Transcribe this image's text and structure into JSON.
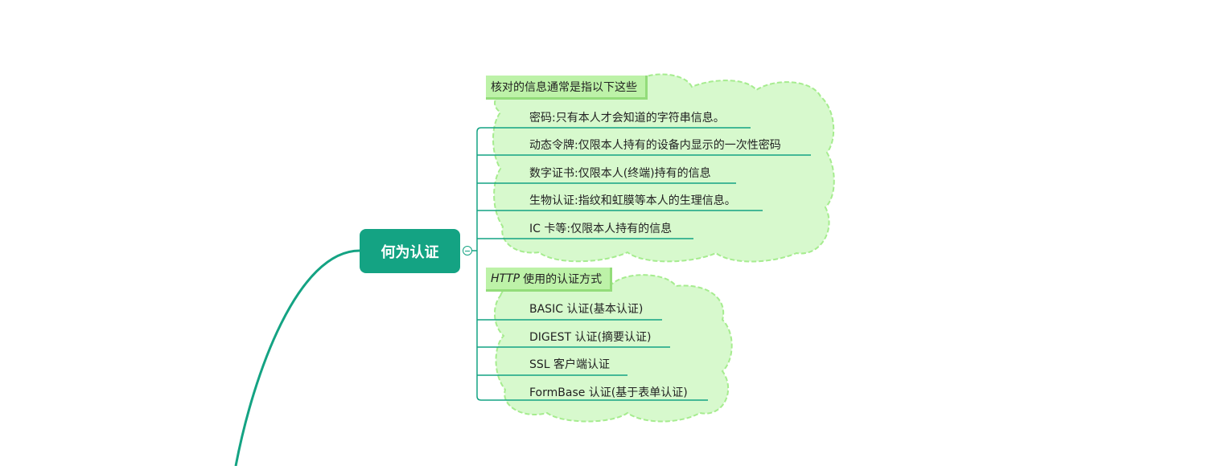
{
  "central_topic": {
    "label": "何为认证",
    "color": "#14a383"
  },
  "colors": {
    "branch_line": "#14a383",
    "boundary_fill": "#d7f9cd",
    "boundary_stroke": "#a6ec8f",
    "label_fill": "#bdf2a8",
    "label_border": "#93dc7a"
  },
  "groups": [
    {
      "label_prefix": "",
      "label": "核对的信息通常是指以下这些",
      "items": [
        "密码:只有本人才会知道的字符串信息。",
        "动态令牌:仅限本人持有的设备内显示的一次性密码",
        "数字证书:仅限本人(终端)持有的信息",
        "生物认证:指纹和虹膜等本人的生理信息。",
        "IC 卡等:仅限本人持有的信息"
      ]
    },
    {
      "label_prefix": "HTTP",
      "label": "使用的认证方式",
      "items": [
        "BASIC 认证(基本认证)",
        "DIGEST 认证(摘要认证)",
        "SSL 客户端认证",
        "FormBase 认证(基于表单认证)"
      ]
    }
  ]
}
